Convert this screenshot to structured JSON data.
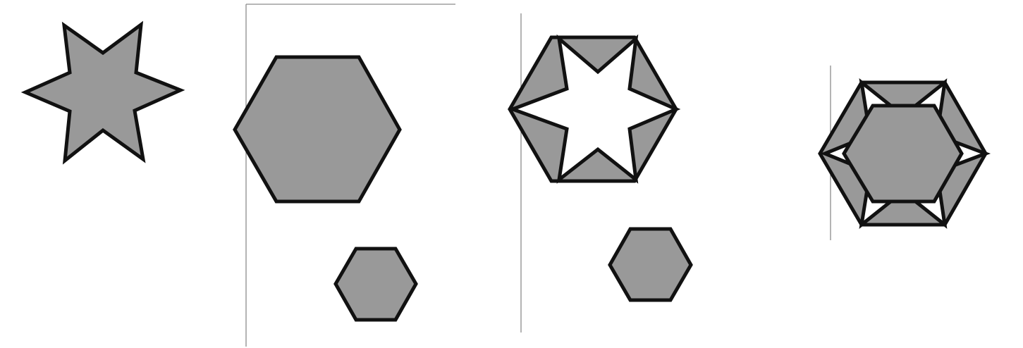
{
  "colors": {
    "fill": "#999999",
    "stroke": "#111111",
    "hole": "#ffffff",
    "guide": "#8c8c8c",
    "background": "#ffffff"
  },
  "figures": [
    {
      "name": "six-pointed-star",
      "kind": "hexagram"
    },
    {
      "name": "large-hexagon",
      "kind": "hexagon"
    },
    {
      "name": "small-hexagon",
      "kind": "hexagon"
    },
    {
      "name": "hexagon-with-star-cutout",
      "kind": "hexagon-minus-hexagram"
    },
    {
      "name": "small-hexagon-2",
      "kind": "hexagon"
    },
    {
      "name": "nested-hexagon-star-pattern",
      "kind": "hexagon-hexagram-hexagon"
    }
  ]
}
